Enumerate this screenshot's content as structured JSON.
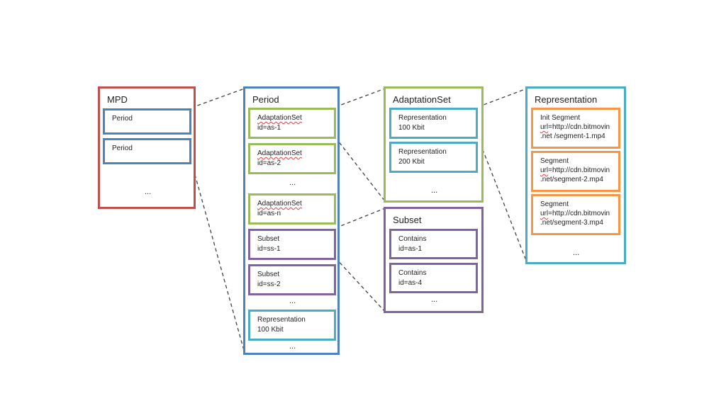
{
  "colors": {
    "mpd": "#c0504d",
    "period": "#4f81bd",
    "adaptation": "#9bbb59",
    "subset": "#8064a2",
    "representation": "#4bacc6",
    "segment": "#f79646",
    "connector": "#404040"
  },
  "mpd": {
    "title": "MPD",
    "periods": [
      "Period",
      "Period"
    ],
    "ellipsis": "..."
  },
  "period": {
    "title": "Period",
    "adaptation_sets": [
      {
        "label": "AdaptationSet",
        "id": "id=as-1"
      },
      {
        "label": "AdaptationSet",
        "id": "id=as-2"
      },
      {
        "label": "AdaptationSet",
        "id": "id=as-n"
      }
    ],
    "subsets": [
      {
        "label": "Subset",
        "id": "id=ss-1"
      },
      {
        "label": "Subset",
        "id": "id=ss-2"
      }
    ],
    "representation": {
      "label": "Representation",
      "bitrate": "100 Kbit"
    },
    "ellipsis": "..."
  },
  "adaptation_set": {
    "title": "AdaptationSet",
    "representations": [
      {
        "label": "Representation",
        "bitrate": "100 Kbit"
      },
      {
        "label": "Representation",
        "bitrate": "200 Kbit"
      }
    ],
    "ellipsis": "..."
  },
  "subset": {
    "title": "Subset",
    "contains": [
      {
        "label": "Contains",
        "id": "id=as-1"
      },
      {
        "label": "Contains",
        "id": "id=as-4"
      }
    ],
    "ellipsis": "..."
  },
  "representation": {
    "title": "Representation",
    "segments": [
      {
        "label": "Init Segment",
        "url_key": "url",
        "url_rest": "=http://cdn.bitmovin",
        "url_line2": ".net /segment-1.mp4"
      },
      {
        "label": "Segment",
        "url_key": "url",
        "url_rest": "=http://cdn.bitmovin",
        "url_line2": ".net/segment-2.mp4"
      },
      {
        "label": "Segment",
        "url_key": "url",
        "url_rest": "=http://cdn.bitmovin",
        "url_line2": ".net/segment-3.mp4"
      }
    ],
    "ellipsis": "..."
  }
}
